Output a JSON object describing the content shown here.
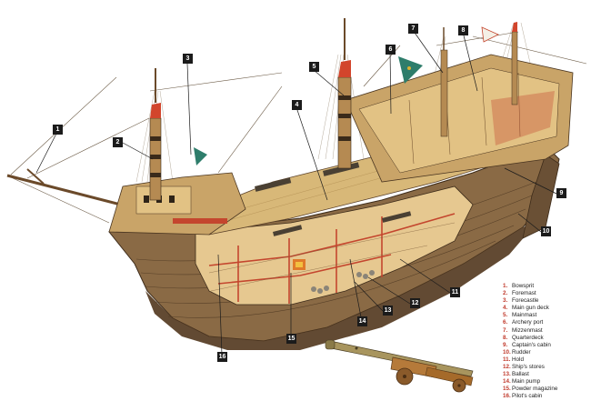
{
  "callouts": [
    {
      "num": "1"
    },
    {
      "num": "2"
    },
    {
      "num": "3"
    },
    {
      "num": "4"
    },
    {
      "num": "5"
    },
    {
      "num": "6"
    },
    {
      "num": "7"
    },
    {
      "num": "8"
    },
    {
      "num": "9"
    },
    {
      "num": "10"
    },
    {
      "num": "11"
    },
    {
      "num": "12"
    },
    {
      "num": "13"
    },
    {
      "num": "14"
    },
    {
      "num": "15"
    },
    {
      "num": "16"
    }
  ],
  "legend": [
    {
      "num": "1.",
      "label": "Bowsprit"
    },
    {
      "num": "2.",
      "label": "Foremast"
    },
    {
      "num": "3.",
      "label": "Forecastle"
    },
    {
      "num": "4.",
      "label": "Main gun deck"
    },
    {
      "num": "5.",
      "label": "Mainmast"
    },
    {
      "num": "6.",
      "label": "Archery port"
    },
    {
      "num": "7.",
      "label": "Mizzenmast"
    },
    {
      "num": "8.",
      "label": "Quarterdeck"
    },
    {
      "num": "9.",
      "label": "Captain's cabin"
    },
    {
      "num": "10.",
      "label": "Rudder"
    },
    {
      "num": "11.",
      "label": "Hold"
    },
    {
      "num": "12.",
      "label": "Ship's stores"
    },
    {
      "num": "13.",
      "label": "Ballast"
    },
    {
      "num": "14.",
      "label": "Main pump"
    },
    {
      "num": "15.",
      "label": "Powder magazine"
    },
    {
      "num": "16.",
      "label": "Pilot's cabin"
    }
  ],
  "colors": {
    "hull_dark": "#5a4028",
    "hull_mid": "#8a6a45",
    "deck_wood": "#d8b878",
    "mast_band": "#3a2a1a",
    "mast_top": "#d2452c",
    "flag_green": "#2e7d6b",
    "legend_number": "#c0392b",
    "callout_box": "#1b1b1b",
    "cannon_bronze": "#a8955e"
  }
}
